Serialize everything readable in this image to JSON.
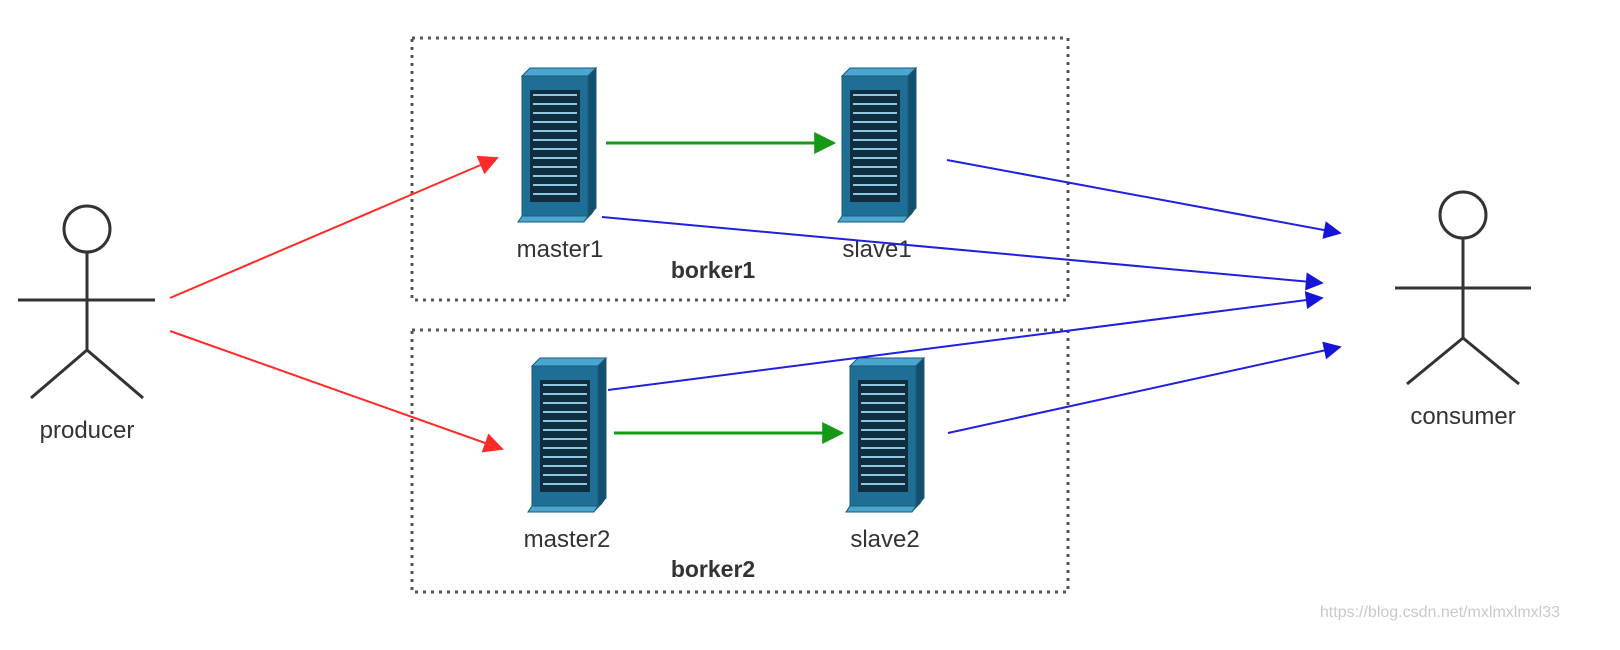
{
  "actors": {
    "producer": "producer",
    "consumer": "consumer"
  },
  "groups": {
    "broker1": "borker1",
    "broker2": "borker2"
  },
  "nodes": {
    "master1": "master1",
    "slave1": "slave1",
    "master2": "master2",
    "slave2": "slave2"
  },
  "watermark": "https://blog.csdn.net/mxlmxlmxl33",
  "colors": {
    "send_arrow": "#ff2a2a",
    "replication_arrow": "#159a15",
    "consume_arrow": "#2020e0",
    "server_body": "#1f6e96",
    "group_border": "#555555"
  },
  "icons": {
    "actor": "stick-figure-icon",
    "node": "server-tower-icon"
  }
}
